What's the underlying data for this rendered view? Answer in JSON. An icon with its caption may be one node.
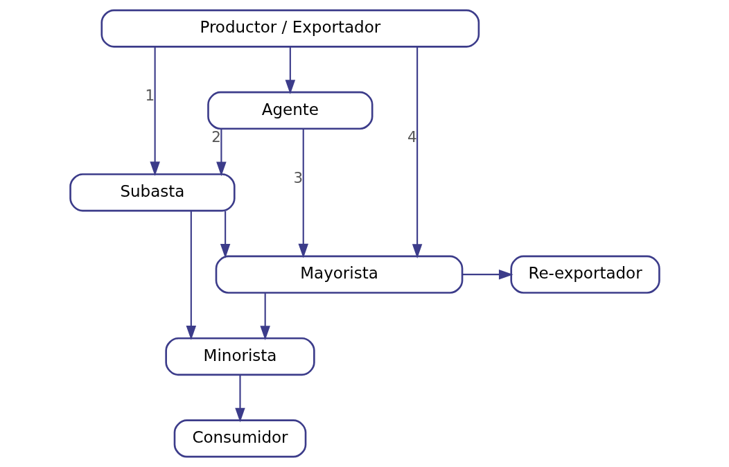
{
  "diagram": {
    "nodes": [
      {
        "text": [
          "Productor / Exportador"
        ]
      },
      {
        "text": [
          "Agente"
        ]
      },
      {
        "text": [
          "Subasta"
        ]
      },
      {
        "text": [
          "Mayorista"
        ]
      },
      {
        "text": [
          "Re-exportador"
        ]
      },
      {
        "text": [
          "Minorista"
        ]
      },
      {
        "text": [
          "Consumidor"
        ]
      }
    ],
    "edges": [
      {
        "from": 0,
        "to": 2,
        "arrow": "to",
        "label": "1"
      },
      {
        "from": 0,
        "to": 1,
        "arrow": "to"
      },
      {
        "from": 1,
        "to": 2,
        "arrow": "to",
        "label": "2"
      },
      {
        "from": 1,
        "to": 3,
        "arrow": "to",
        "label": "3"
      },
      {
        "from": 0,
        "to": 3,
        "arrow": "to",
        "label": "4"
      },
      {
        "from": 2,
        "to": 3,
        "arrow": "to"
      },
      {
        "from": 3,
        "to": 4,
        "arrow": "to"
      },
      {
        "from": 3,
        "to": 5,
        "arrow": "to"
      },
      {
        "from": 2,
        "to": 5,
        "arrow": "to"
      },
      {
        "from": 5,
        "to": 6,
        "arrow": "to"
      }
    ]
  }
}
